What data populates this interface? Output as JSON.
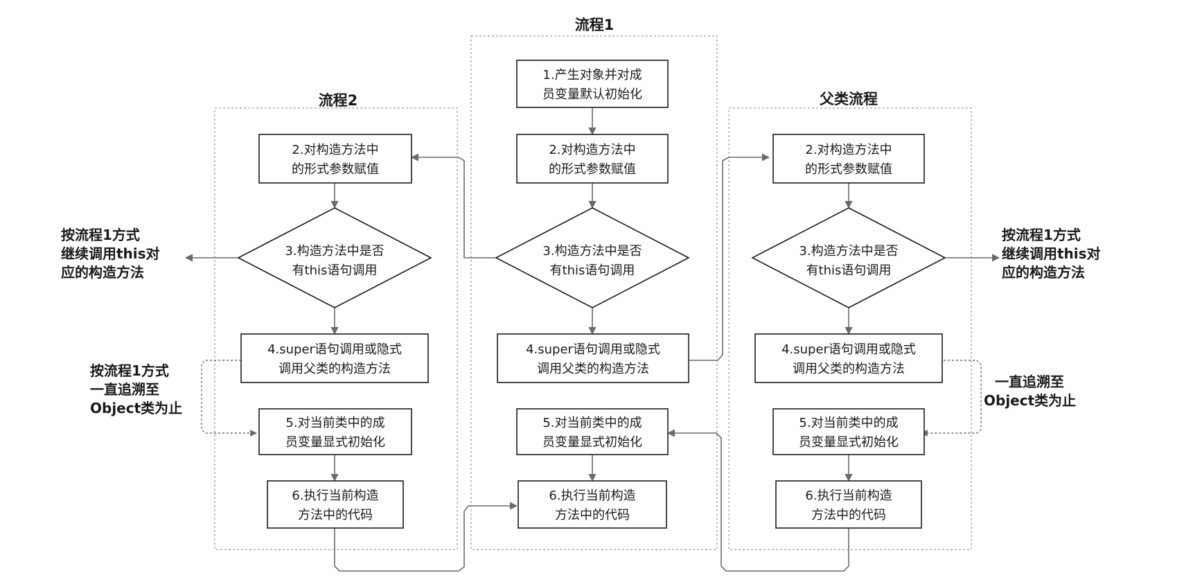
{
  "columns": {
    "flow2": {
      "title": "流程2",
      "step2": [
        "2.对构造方法中",
        "的形式参数赋值"
      ],
      "step3": [
        "3.构造方法中是否",
        "有this语句调用"
      ],
      "step4": [
        "4.super语句调用或隐式",
        "调用父类的构造方法"
      ],
      "step5": [
        "5.对当前类中的成",
        "员变量显式初始化"
      ],
      "step6": [
        "6.执行当前构造",
        "方法中的代码"
      ]
    },
    "flow1": {
      "title": "流程1",
      "step1": [
        "1.产生对象并对成",
        "员变量默认初始化"
      ],
      "step2": [
        "2.对构造方法中",
        "的形式参数赋值"
      ],
      "step3": [
        "3.构造方法中是否",
        "有this语句调用"
      ],
      "step4": [
        "4.super语句调用或隐式",
        "调用父类的构造方法"
      ],
      "step5": [
        "5.对当前类中的成",
        "员变量显式初始化"
      ],
      "step6": [
        "6.执行当前构造",
        "方法中的代码"
      ]
    },
    "parent": {
      "title": "父类流程",
      "step2": [
        "2.对构造方法中",
        "的形式参数赋值"
      ],
      "step3": [
        "3.构造方法中是否",
        "有this语句调用"
      ],
      "step4": [
        "4.super语句调用或隐式",
        "调用父类的构造方法"
      ],
      "step5": [
        "5.对当前类中的成",
        "员变量显式初始化"
      ],
      "step6": [
        "6.执行当前构造",
        "方法中的代码"
      ]
    }
  },
  "notes": {
    "left_this": [
      "按流程1方式",
      "继续调用this对",
      "应的构造方法"
    ],
    "left_trace": [
      "按流程1方式",
      "一直追溯至",
      "Object类为止"
    ],
    "right_this": [
      "按流程1方式",
      "继续调用this对",
      "应的构造方法"
    ],
    "right_trace": [
      "一直追溯至",
      "Object类为止"
    ]
  }
}
